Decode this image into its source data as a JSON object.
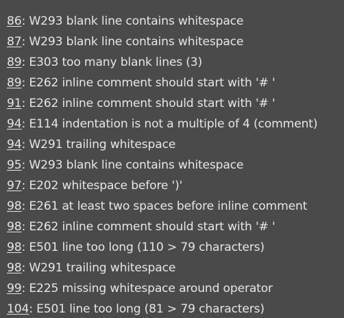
{
  "lint": {
    "separator": ": ",
    "items": [
      {
        "line": "86",
        "message": "W293 blank line contains whitespace"
      },
      {
        "line": "87",
        "message": "W293 blank line contains whitespace"
      },
      {
        "line": "89",
        "message": "E303 too many blank lines (3)"
      },
      {
        "line": "89",
        "message": "E262 inline comment should start with '# '"
      },
      {
        "line": "91",
        "message": "E262 inline comment should start with '# '"
      },
      {
        "line": "94",
        "message": "E114 indentation is not a multiple of 4 (comment)"
      },
      {
        "line": "94",
        "message": "W291 trailing whitespace"
      },
      {
        "line": "95",
        "message": "W293 blank line contains whitespace"
      },
      {
        "line": "97",
        "message": "E202 whitespace before ')'"
      },
      {
        "line": "98",
        "message": "E261 at least two spaces before inline comment"
      },
      {
        "line": "98",
        "message": "E262 inline comment should start with '# '"
      },
      {
        "line": "98",
        "message": "E501 line too long (110 > 79 characters)"
      },
      {
        "line": "98",
        "message": "W291 trailing whitespace"
      },
      {
        "line": "99",
        "message": "E225 missing whitespace around operator"
      },
      {
        "line": "104",
        "message": "E501 line too long (81 > 79 characters)"
      }
    ]
  },
  "colors": {
    "background": "#4a4a4a",
    "text": "#e6e6e6"
  }
}
